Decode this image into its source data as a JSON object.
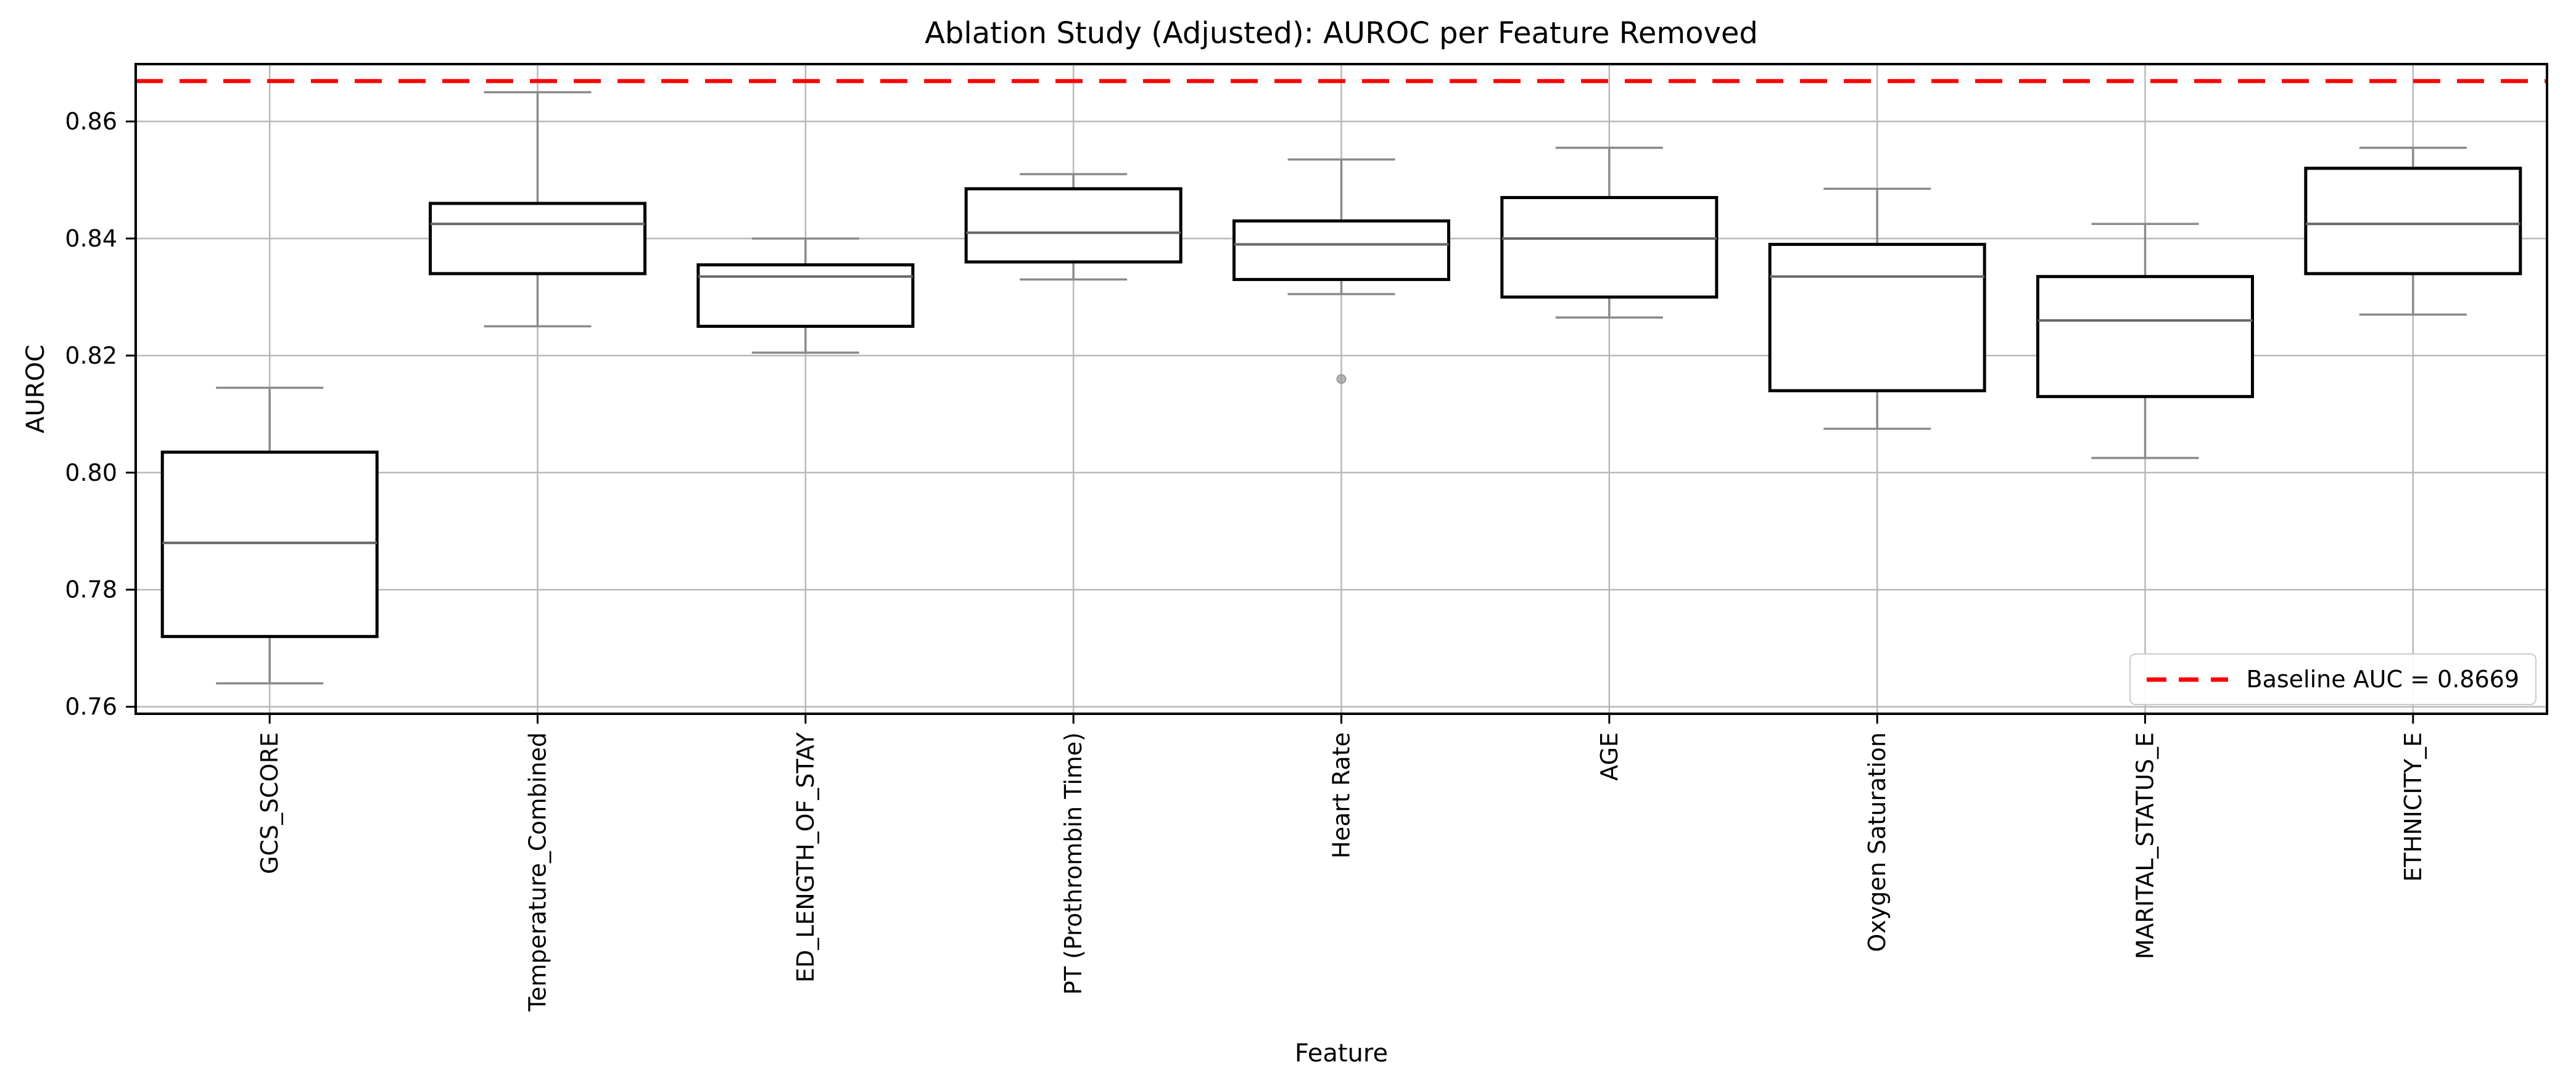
{
  "chart_data": {
    "type": "boxplot",
    "title": "Ablation Study (Adjusted): AUROC per Feature Removed",
    "xlabel": "Feature",
    "ylabel": "AUROC",
    "ylim": [
      0.7588,
      0.8698
    ],
    "yticks": [
      0.76,
      0.78,
      0.8,
      0.82,
      0.84,
      0.86
    ],
    "ytick_labels": [
      "0.76",
      "0.78",
      "0.80",
      "0.82",
      "0.84",
      "0.86"
    ],
    "grid": true,
    "legend_position": "lower right",
    "baseline": {
      "value": 0.8669,
      "label": "Baseline AUC = 0.8669",
      "color": "#ff0000",
      "style": "dashed"
    },
    "categories": [
      "GCS_SCORE",
      "Temperature_Combined",
      "ED_LENGTH_OF_STAY",
      "PT (Prothrombin Time)",
      "Heart Rate",
      "AGE",
      "Oxygen Saturation",
      "MARITAL_STATUS_E",
      "ETHNICITY_E"
    ],
    "boxes": [
      {
        "label": "GCS_SCORE",
        "whislo": 0.764,
        "q1": 0.772,
        "med": 0.788,
        "q3": 0.8035,
        "whishi": 0.8145,
        "outliers": []
      },
      {
        "label": "Temperature_Combined",
        "whislo": 0.825,
        "q1": 0.834,
        "med": 0.8425,
        "q3": 0.846,
        "whishi": 0.865,
        "outliers": []
      },
      {
        "label": "ED_LENGTH_OF_STAY",
        "whislo": 0.8205,
        "q1": 0.825,
        "med": 0.8335,
        "q3": 0.8355,
        "whishi": 0.84,
        "outliers": []
      },
      {
        "label": "PT (Prothrombin Time)",
        "whislo": 0.833,
        "q1": 0.836,
        "med": 0.841,
        "q3": 0.8485,
        "whishi": 0.851,
        "outliers": []
      },
      {
        "label": "Heart Rate",
        "whislo": 0.8305,
        "q1": 0.833,
        "med": 0.839,
        "q3": 0.843,
        "whishi": 0.8535,
        "outliers": [
          0.816
        ]
      },
      {
        "label": "AGE",
        "whislo": 0.8265,
        "q1": 0.83,
        "med": 0.84,
        "q3": 0.847,
        "whishi": 0.8555,
        "outliers": []
      },
      {
        "label": "Oxygen Saturation",
        "whislo": 0.8075,
        "q1": 0.814,
        "med": 0.8335,
        "q3": 0.839,
        "whishi": 0.8485,
        "outliers": []
      },
      {
        "label": "MARITAL_STATUS_E",
        "whislo": 0.8025,
        "q1": 0.813,
        "med": 0.826,
        "q3": 0.8335,
        "whishi": 0.8425,
        "outliers": []
      },
      {
        "label": "ETHNICITY_E",
        "whislo": 0.827,
        "q1": 0.834,
        "med": 0.8425,
        "q3": 0.852,
        "whishi": 0.8555,
        "outliers": []
      }
    ],
    "colors": {
      "box_edge": "#000000",
      "box_fill": "#ffffff",
      "whisker": "#8a8a8a",
      "cap": "#8a8a8a",
      "median": "#666666",
      "grid": "#b8b8b8",
      "spine": "#000000",
      "flier": "#999999",
      "baseline": "#ff0000"
    },
    "legend": {
      "entries": [
        {
          "label": "Baseline AUC = 0.8669",
          "color": "#ff0000",
          "dashed": true
        }
      ]
    }
  }
}
